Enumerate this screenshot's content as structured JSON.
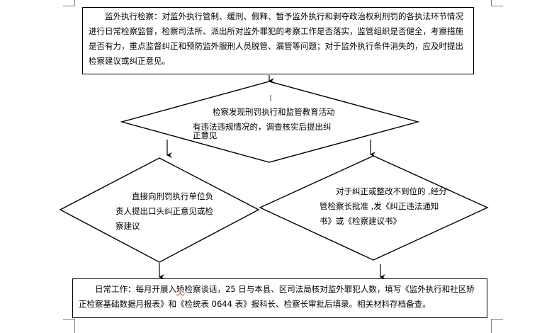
{
  "top_box": {
    "text": "监外执行检察：对监外执行管制、缓刑、假释、暂予监外执行和剥夺政治权利刑罚的各执法环节情况进行日常检察监督，检察司法所、派出所对监外罪犯的考察工作是否落实，监管组织是否健全，考察措施是否有力，重点监督纠正和预防监外服刑人员脱管、漏管等问题；对于监外执行条件消失的，应及时提出检察建议或纠正意见。"
  },
  "diamond_top": {
    "line1": "检察发现刑罚执行和监管教育活动",
    "line2": "有违法违规情况的，调查核实后提出纠",
    "line3": "正意见"
  },
  "diamond_left": {
    "text": "直接向刑罚执行单位负责人提出口头纠正意见或检察建议"
  },
  "diamond_right": {
    "text": "对于纠正或整改不到位的 ,经分管检察长批准 ,发《纠正违法通知书》或《检察建议书》"
  },
  "bottom_box": {
    "text_before": "日常工作：每月开展入",
    "text_marked": "矫",
    "text_after": "检察谈话，25 日与本县、区司法局核对监外罪犯人数，填写《监外执行和社区矫正检察基础数据月报表》和《检统表 0644 表》报科长、检察长审批后填录。相关材料存档备查。"
  }
}
